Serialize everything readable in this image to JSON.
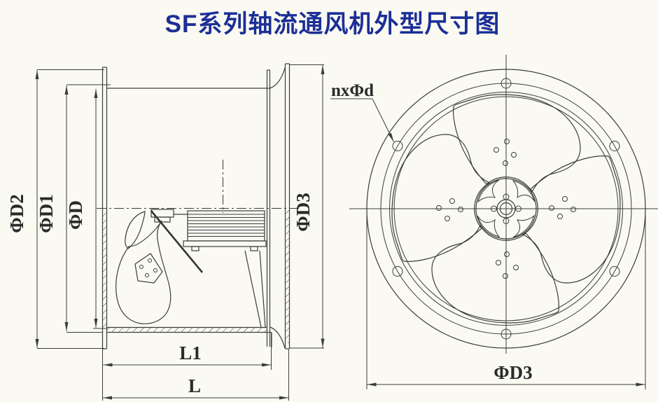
{
  "title": "SF系列轴流通风机外型尺寸图",
  "colors": {
    "title_blue": "#1c2f97",
    "line_gray": "#3c3c3c",
    "background": "#fafaf2"
  },
  "side_view": {
    "dim_labels": {
      "phi_d2": "ΦD2",
      "phi_d1": "ΦD1",
      "phi_d": "ΦD",
      "phi_d3": "ΦD3",
      "l1": "L1",
      "l": "L"
    }
  },
  "front_view": {
    "dim_labels": {
      "bolt_pattern": "nxΦd",
      "phi_d3": "ΦD3"
    }
  }
}
